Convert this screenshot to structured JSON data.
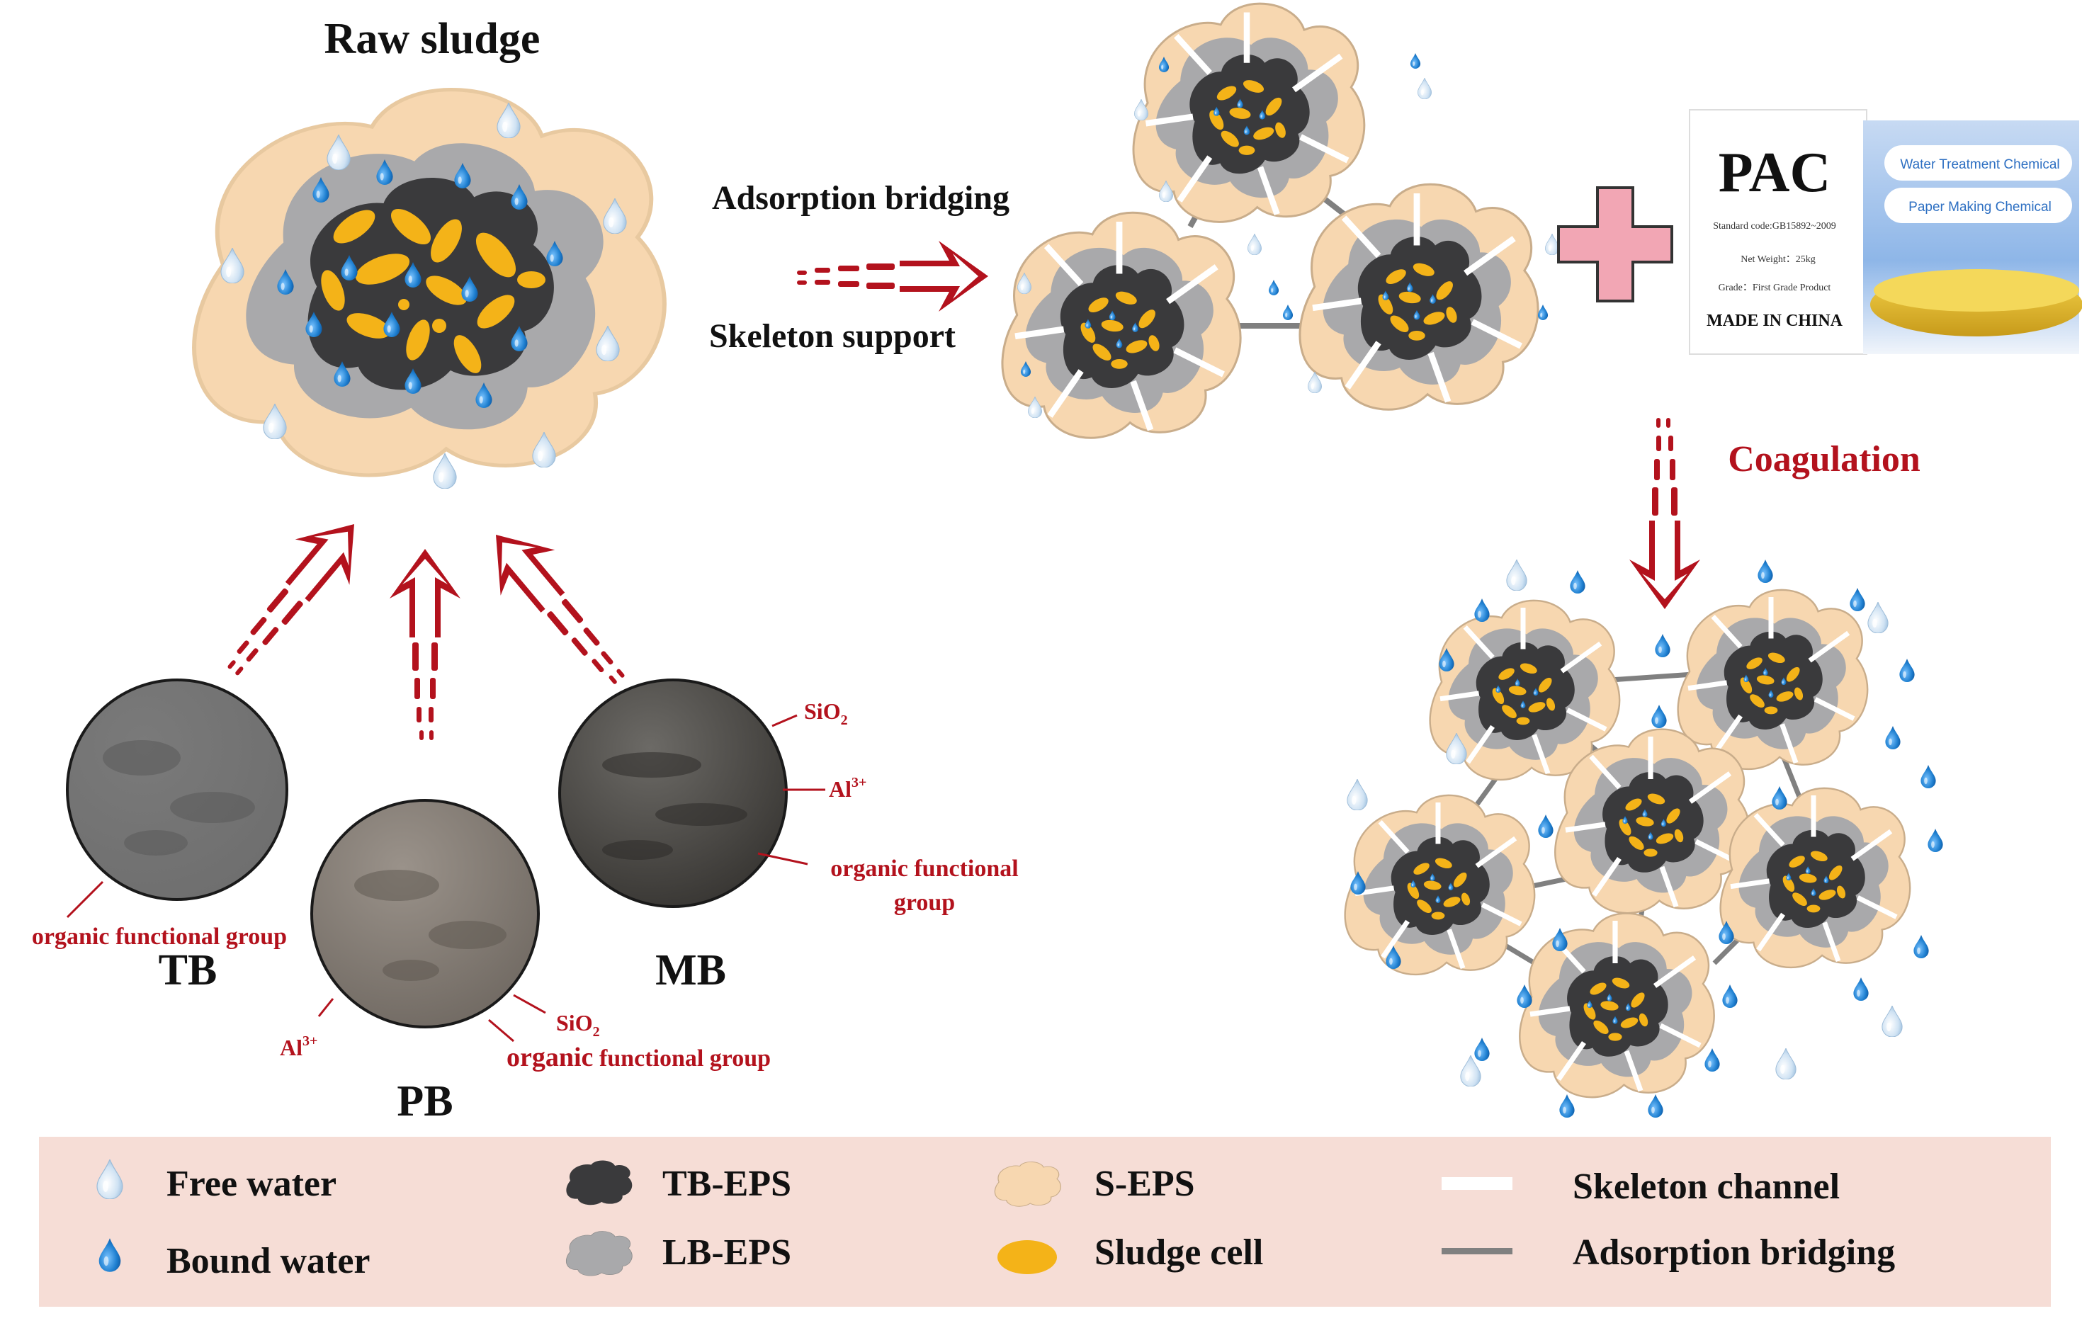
{
  "colors": {
    "accent_red": "#b3121d",
    "seps": "#f7d7b0",
    "lbeps": "#a9a9ab",
    "tbeps": "#3a3a3c",
    "sludge_cell": "#f4b318",
    "bound_water": "#1e7fd0",
    "free_water": "#cfe2f3",
    "legend_bg": "#f6ddd6",
    "pac_pink": "#f2a6b4"
  },
  "raw_sludge": {
    "title": "Raw sludge"
  },
  "process": {
    "adsorption_label": "Adsorption bridging",
    "skeleton_label": "Skeleton support",
    "coagulation_label": "Coagulation"
  },
  "pac": {
    "name": "PAC",
    "standard": "Standard code:GB15892~2009",
    "weight": "Net Weight：25kg",
    "grade": "Grade：First Grade Product",
    "origin": "MADE IN CHINA",
    "tag1": "Water Treatment Chemical",
    "tag2": "Paper Making Chemical"
  },
  "samples": {
    "tb": {
      "name": "TB",
      "label1": "organic functional group"
    },
    "pb": {
      "name": "PB",
      "al": "Al",
      "al_sup": "3+",
      "sio": "SiO",
      "sio_sub": "2",
      "label_organic": "organic",
      "label_rest": " functional group"
    },
    "mb": {
      "name": "MB",
      "sio": "SiO",
      "sio_sub": "2",
      "al": "Al",
      "al_sup": "3+",
      "label1": "organic functional",
      "label2": "group"
    }
  },
  "legend": {
    "free_water": "Free water",
    "bound_water": "Bound water",
    "tb_eps": "TB-EPS",
    "lb_eps": "LB-EPS",
    "s_eps": "S-EPS",
    "sludge_cell": "Sludge cell",
    "skeleton_channel": "Skeleton channel",
    "adsorption_bridging": "Adsorption bridging"
  }
}
